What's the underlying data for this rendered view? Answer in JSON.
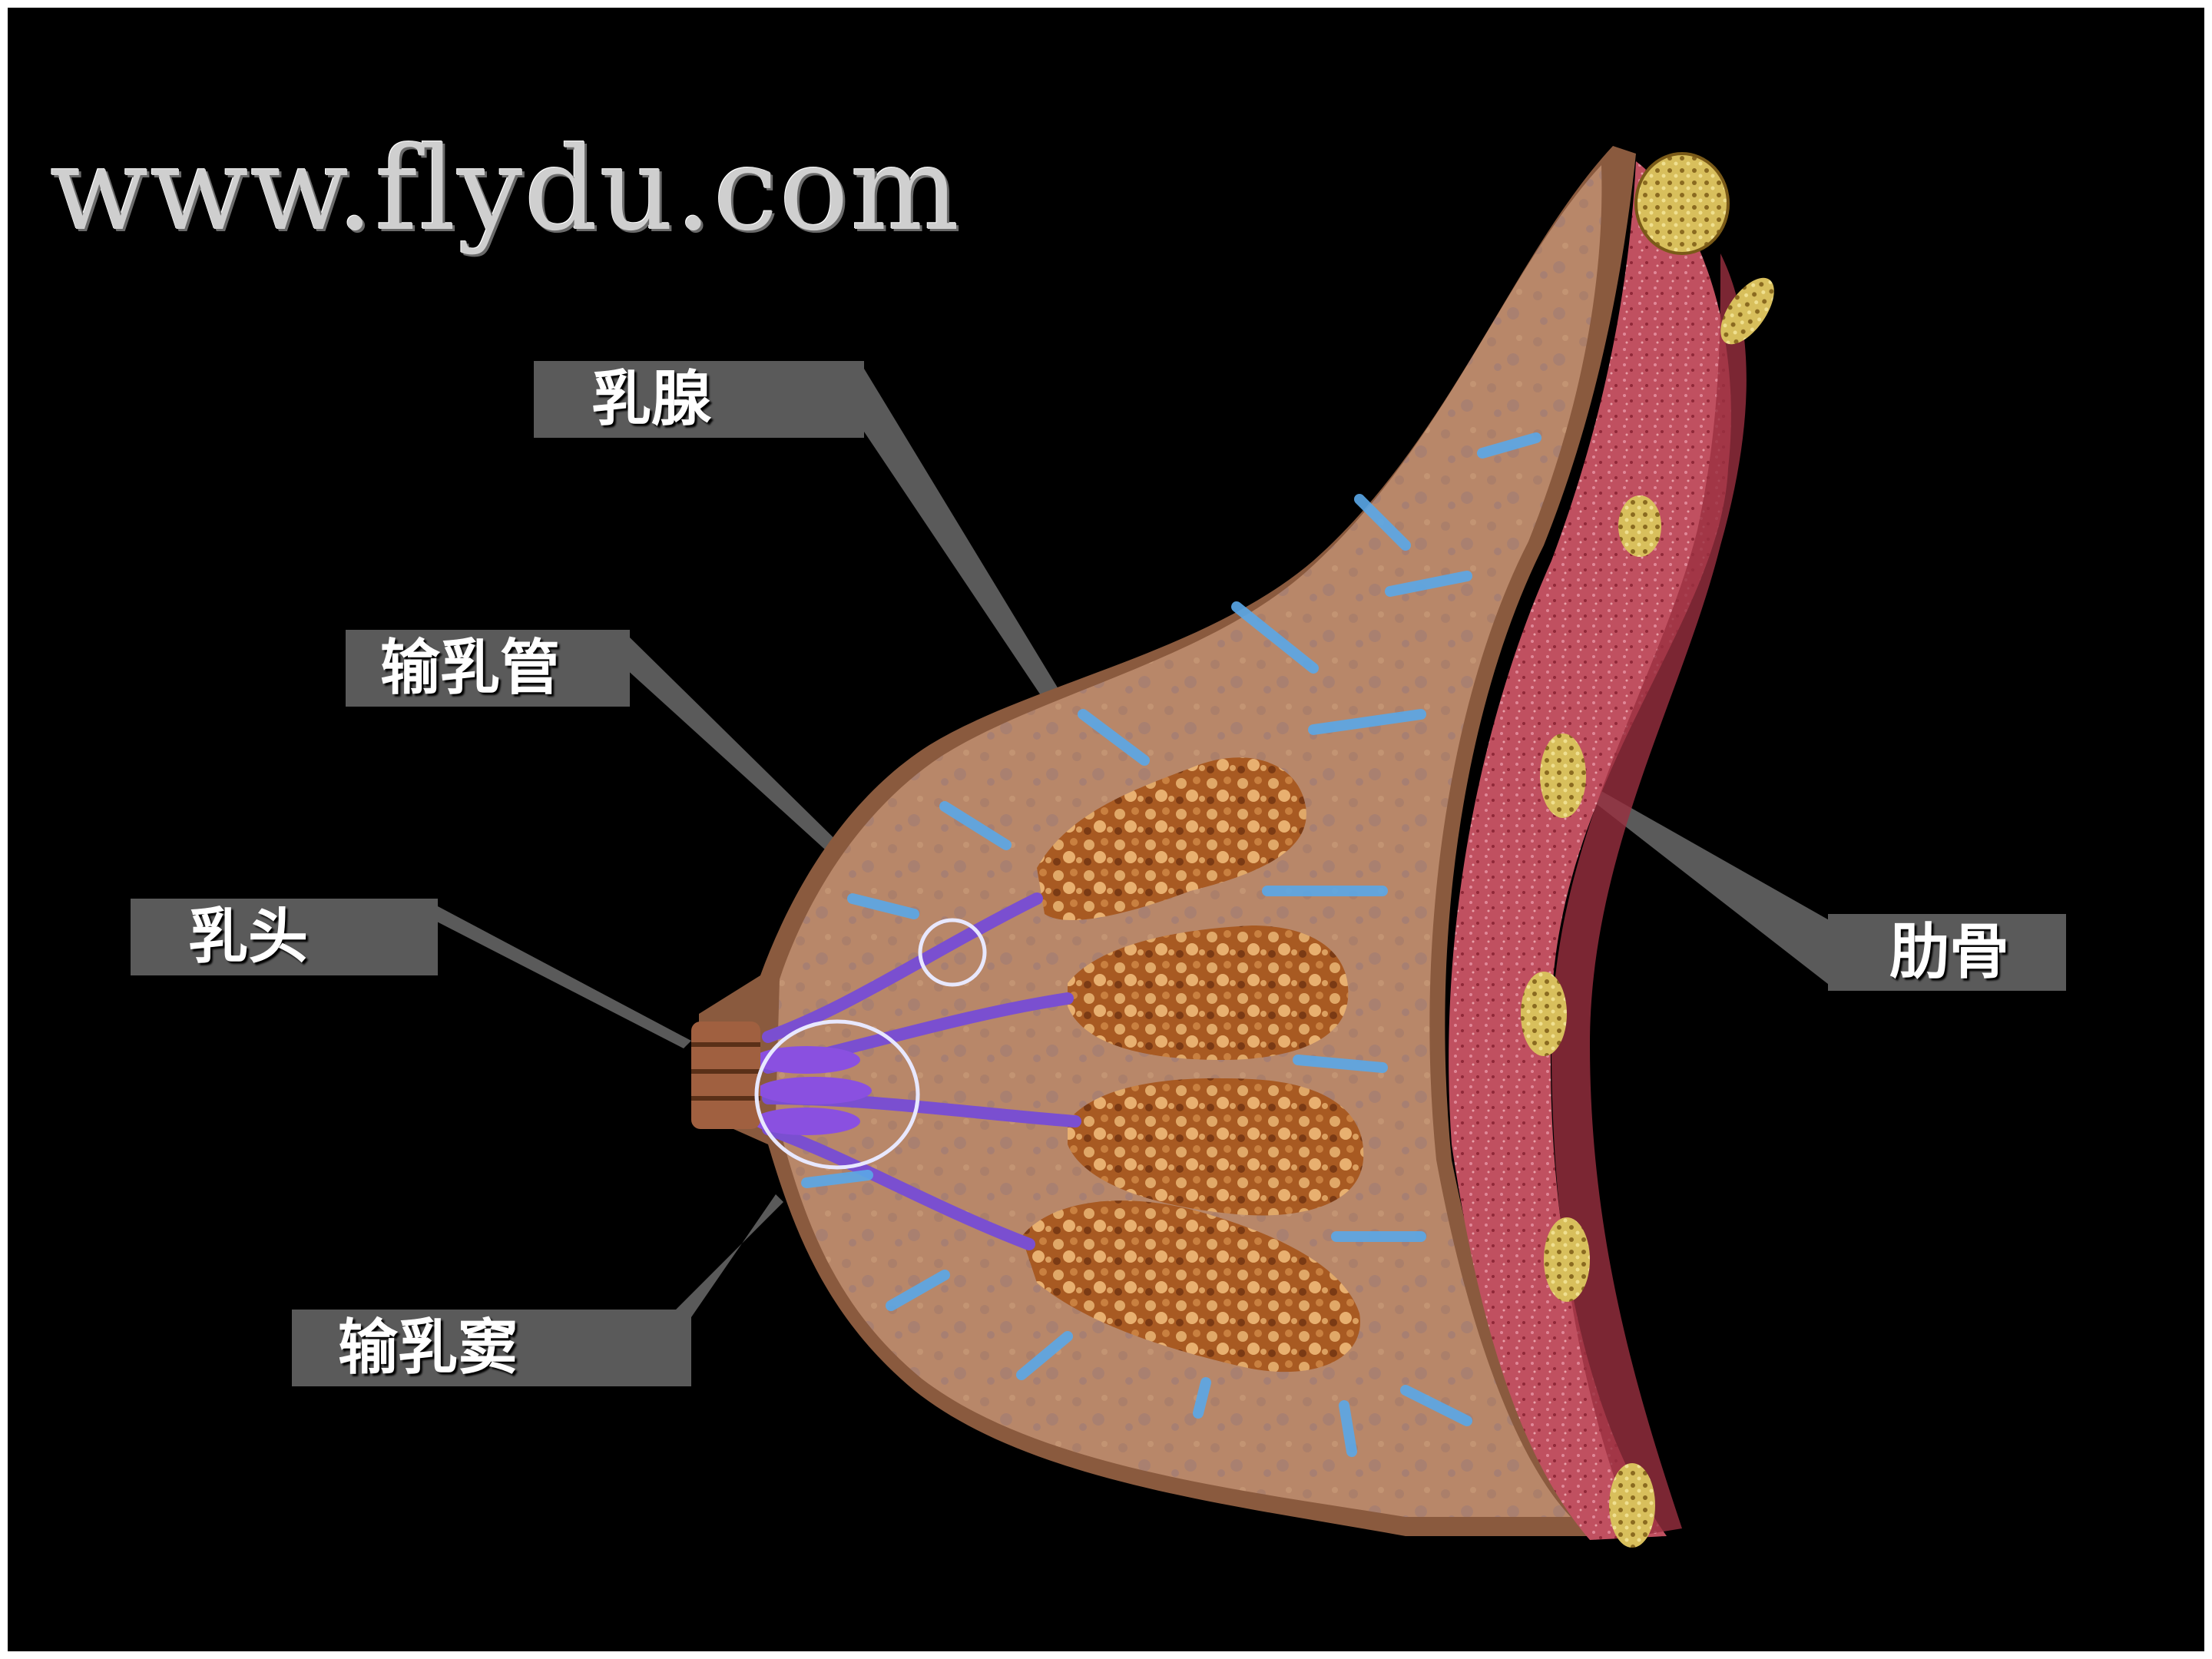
{
  "watermark": "www.flydu.com",
  "labels": {
    "mammary_gland": "乳腺",
    "lactiferous_duct": "输乳管",
    "nipple": "乳头",
    "lactiferous_sinus": "输乳窦",
    "rib": "肋骨"
  },
  "colors": {
    "background": "#000000",
    "tissue": "#b88769",
    "gland_lobule": "#a85a22",
    "duct": "#7a4fd0",
    "blue_vessel": "#5aa8e8",
    "chest_muscle": "#c85a6a",
    "rib": "#d9c060",
    "label_box": "#5a5a5a"
  }
}
